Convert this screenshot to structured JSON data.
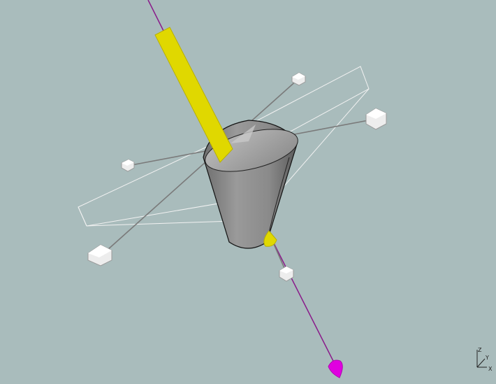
{
  "viewport": {
    "background": "#a9bcbc",
    "manipulator": {
      "bounding_box_color": "#ffffff",
      "handle_color": "#e6e6e6",
      "axis_line_color": "#7a7a7a"
    },
    "object": {
      "shape": "truncated-cone",
      "color": "#8c8c8c"
    },
    "light_direction_handle": {
      "color": "#e0d800"
    },
    "rotation_axis": {
      "color": "#8a1a8a",
      "end_handle_color": "#e000e0"
    }
  },
  "axis_triad": {
    "labels": {
      "z": "Z",
      "y": "Y",
      "x": "X"
    }
  }
}
